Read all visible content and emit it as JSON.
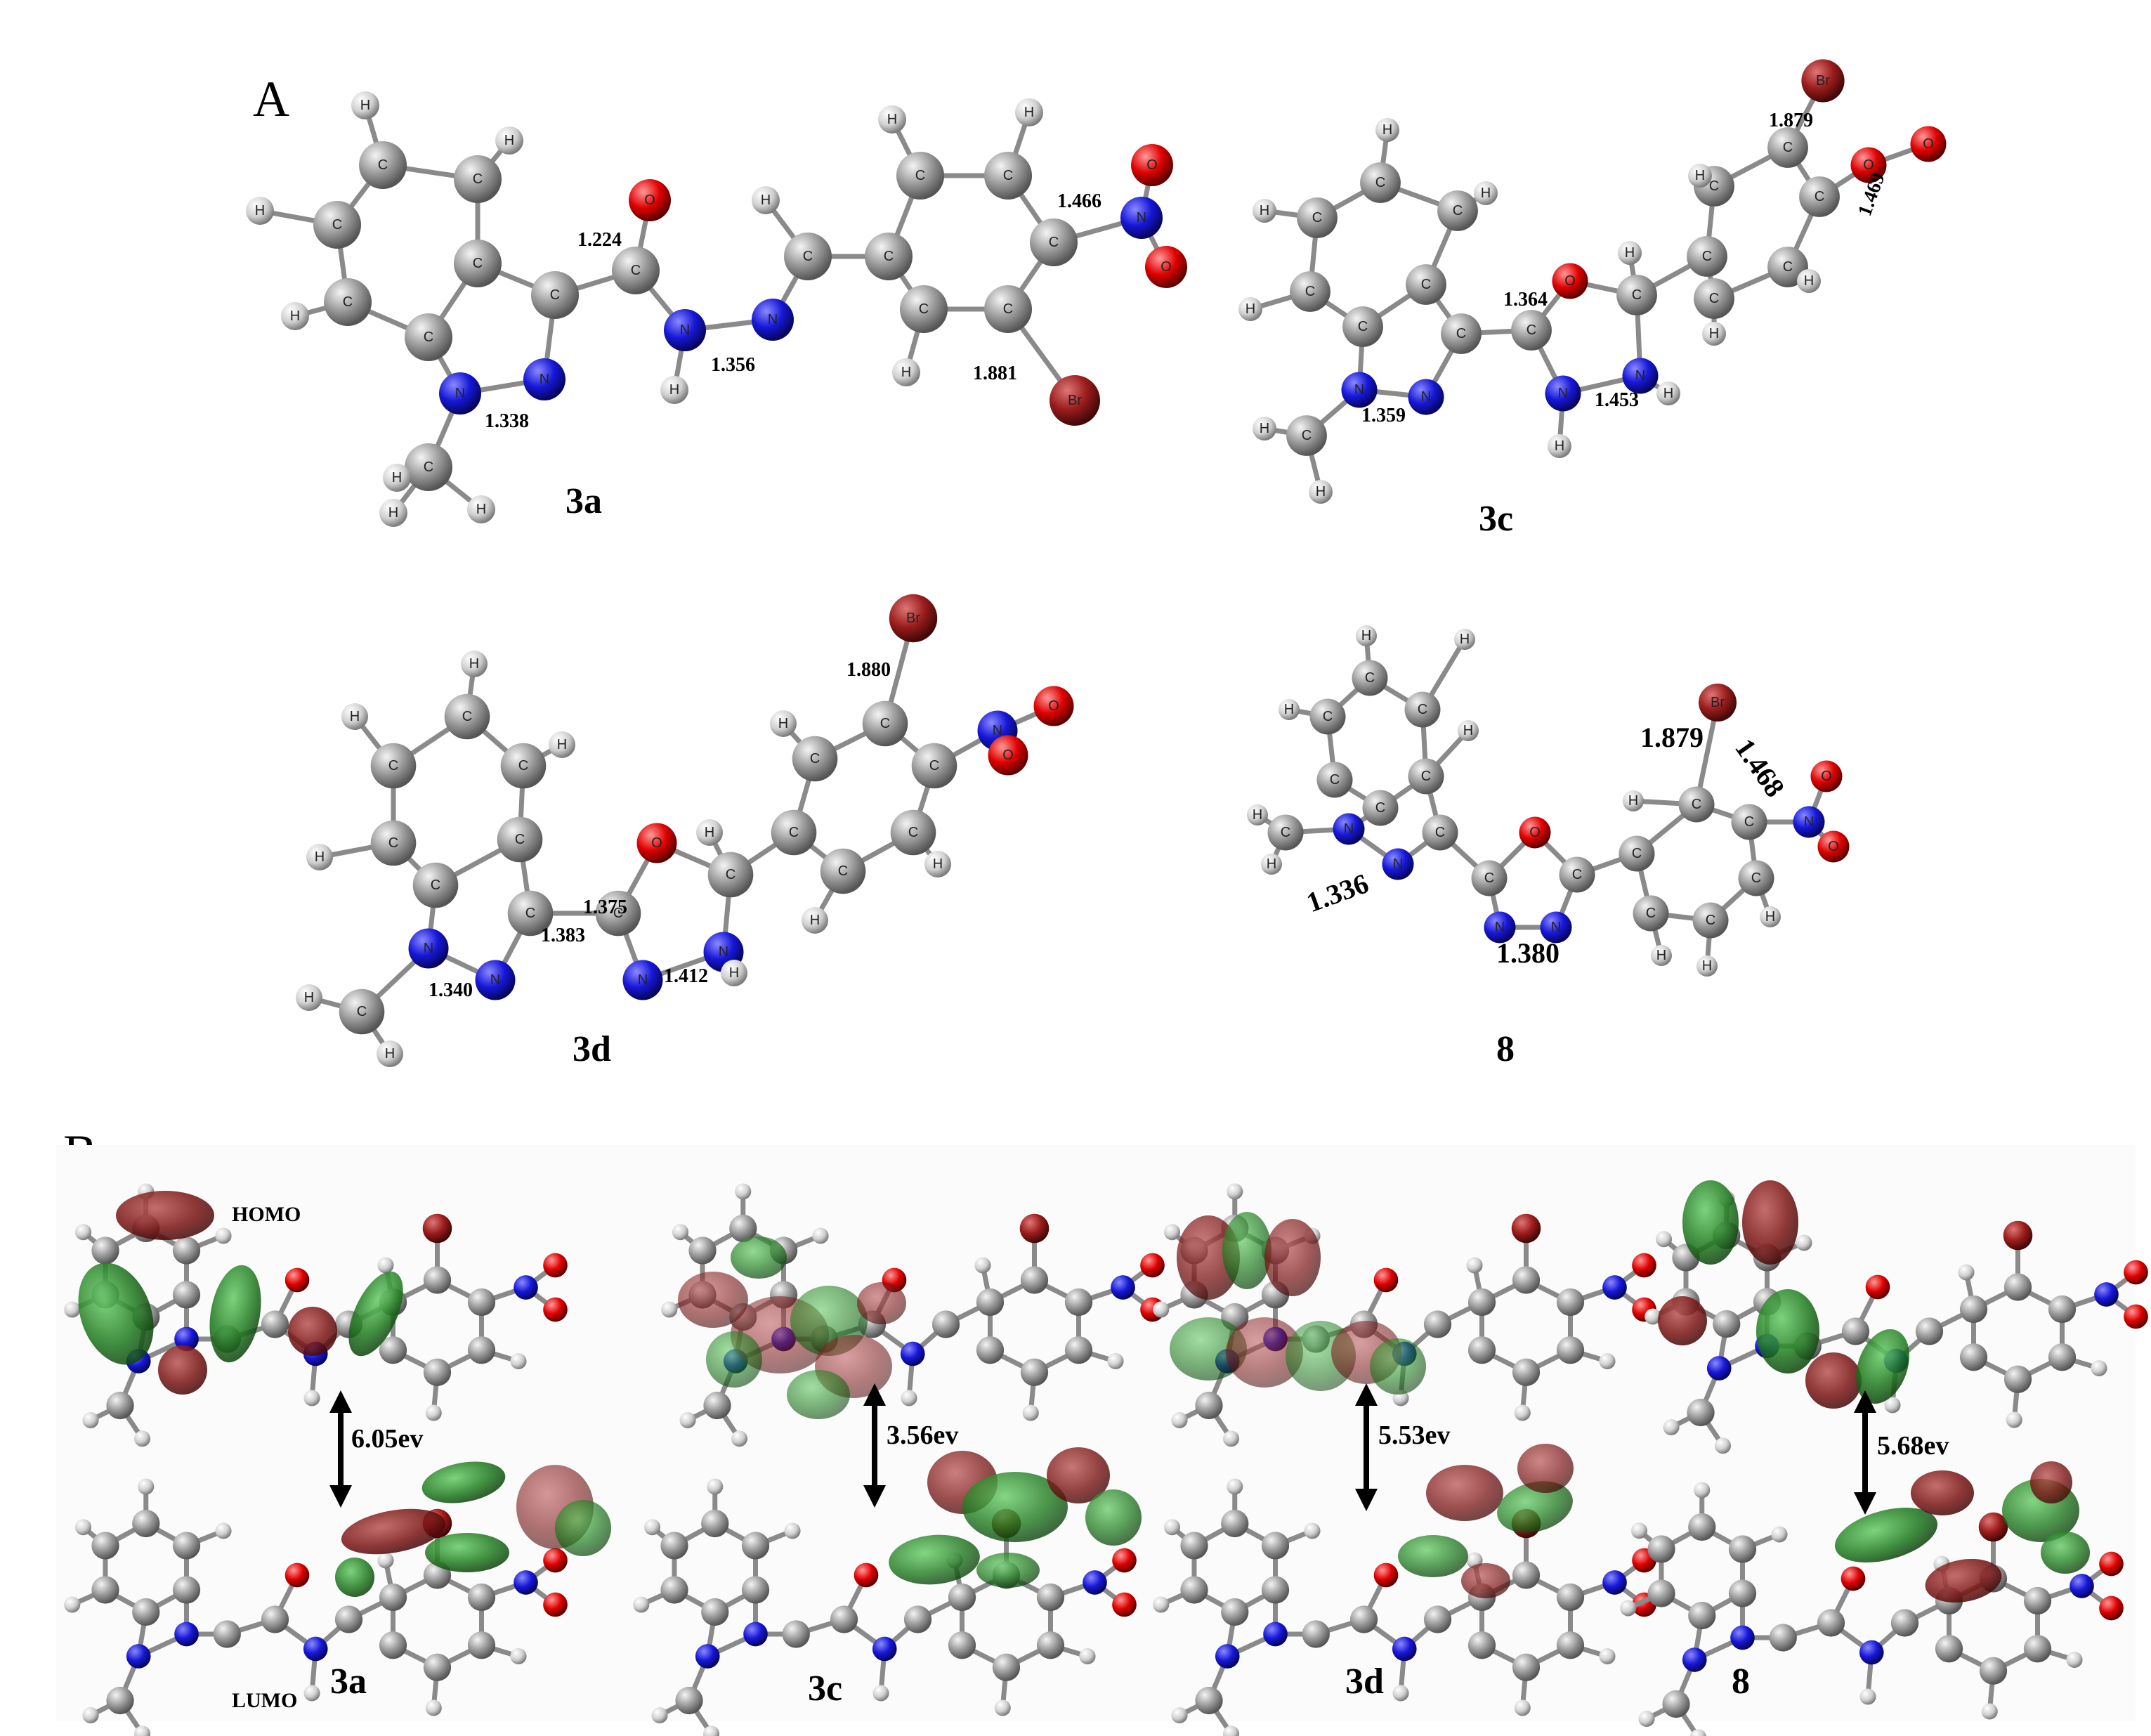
{
  "panels": {
    "A": {
      "letter": "A",
      "molecules": [
        {
          "label": "3a",
          "bond_lengths": [
            "1.224",
            "1.338",
            "1.356",
            "1.466",
            "1.881"
          ]
        },
        {
          "label": "3c",
          "bond_lengths": [
            "1.879",
            "1.469",
            "1.364",
            "1.359",
            "1.453"
          ]
        },
        {
          "label": "3d",
          "bond_lengths": [
            "1.880",
            "1.375",
            "1.383",
            "1.340",
            "1.412"
          ]
        },
        {
          "label": "8",
          "bond_lengths": [
            "1.879",
            "1.468",
            "1.336",
            "1.380"
          ]
        }
      ]
    },
    "B": {
      "letter": "B",
      "homo_label": "HOMO",
      "lumo_label": "LUMO",
      "gaps": [
        {
          "label": "3a",
          "value": "6.05ev"
        },
        {
          "label": "3c",
          "value": "3.56ev"
        },
        {
          "label": "3d",
          "value": "5.53ev"
        },
        {
          "label": "8",
          "value": "5.68ev"
        }
      ]
    }
  },
  "atom_symbols": {
    "carbon": "C",
    "hydrogen": "H",
    "nitrogen": "N",
    "oxygen": "O",
    "bromine": "Br"
  },
  "colors": {
    "carbon": "#8e8e8e",
    "hydrogen": "#d8d8d8",
    "nitrogen": "#1515d0",
    "oxygen": "#e00000",
    "bromine": "#9b1c1c",
    "lobe_red": "#7a1414",
    "lobe_green": "#1f7a1f",
    "bond": "#8a8a8a"
  }
}
